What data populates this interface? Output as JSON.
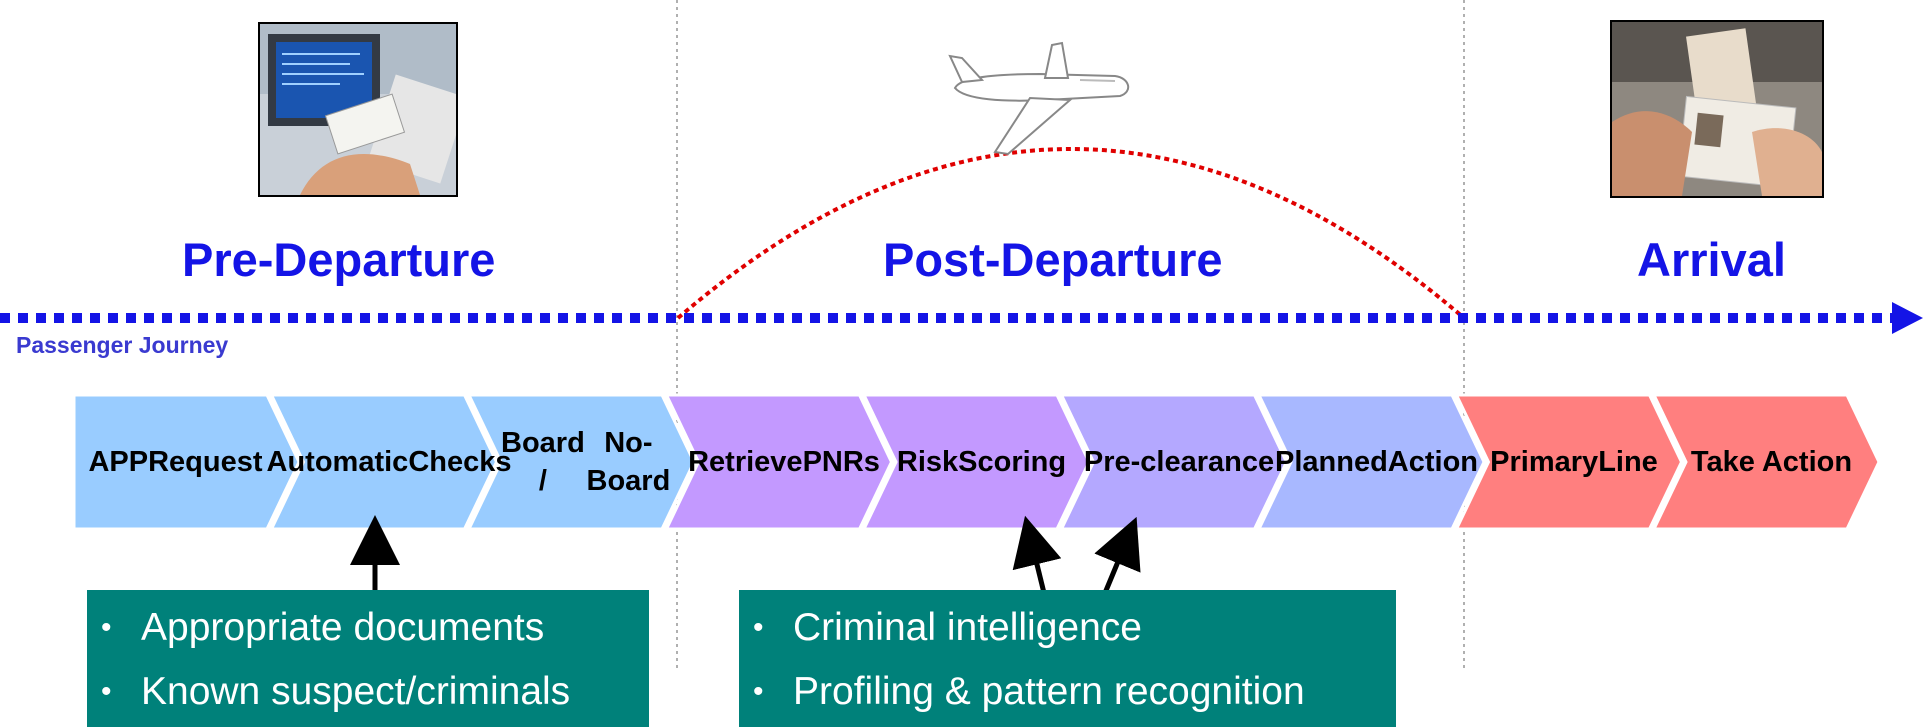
{
  "phases": {
    "pre_departure": "Pre-Departure",
    "post_departure": "Post-Departure",
    "arrival": "Arrival"
  },
  "timeline": {
    "label": "Passenger Journey"
  },
  "steps": [
    {
      "line1": "APP",
      "line2": "Request",
      "group": "pre",
      "color": "#99ccff"
    },
    {
      "line1": "Automatic",
      "line2": "Checks",
      "group": "pre",
      "color": "#99ccff"
    },
    {
      "line1": "Board /",
      "line2": "No-Board",
      "group": "pre",
      "color": "#99ccff"
    },
    {
      "line1": "Retrieve",
      "line2": "PNRs",
      "group": "post",
      "color": "#c399ff"
    },
    {
      "line1": "Risk",
      "line2": "Scoring",
      "group": "post",
      "color": "#c399ff"
    },
    {
      "line1": "Pre-",
      "line2": "clearance",
      "group": "post",
      "color": "#b4a8ff"
    },
    {
      "line1": "Planned",
      "line2": "Action",
      "group": "post",
      "color": "#a8b8ff"
    },
    {
      "line1": "Primary",
      "line2": "Line",
      "group": "arrival",
      "color": "#ff7f7f"
    },
    {
      "line1": "Take Action",
      "line2": "",
      "group": "arrival",
      "color": "#ff7f7f"
    }
  ],
  "notes_left": {
    "items": [
      "Appropriate documents",
      "Known suspect/criminals"
    ]
  },
  "notes_right": {
    "items": [
      "Criminal intelligence",
      "Profiling & pattern recognition"
    ]
  },
  "colors": {
    "timeline": "#1414e6",
    "flight_path": "#e00000",
    "note_box": "#00817a",
    "divider": "#b0b0b0"
  },
  "icons": {
    "airplane": "airplane-icon",
    "checkin_photo": "checkin-terminal-photo",
    "passport_photo": "passport-check-photo"
  }
}
